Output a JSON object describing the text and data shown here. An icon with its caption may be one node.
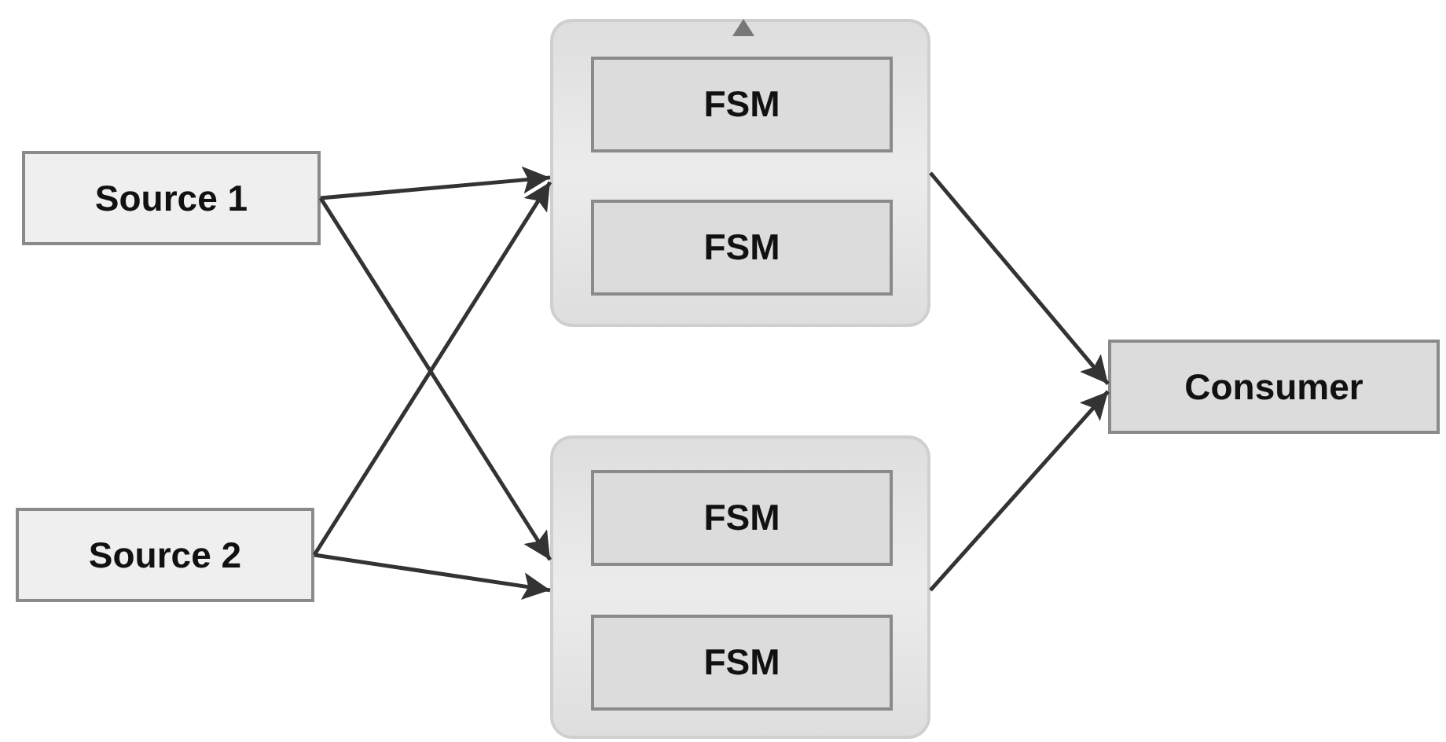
{
  "diagram": {
    "nodes": [
      {
        "text": [
          "Source 1"
        ]
      },
      {
        "text": [
          "Source 2"
        ]
      },
      {
        "text": [],
        "shape": "box"
      },
      {
        "text": [
          "FSM"
        ],
        "in": 2
      },
      {
        "text": [
          "FSM"
        ],
        "in": 2
      },
      {
        "text": [],
        "shape": "box"
      },
      {
        "text": [
          "FSM"
        ],
        "in": 5
      },
      {
        "text": [
          "FSM"
        ],
        "in": 5
      },
      {
        "text": [
          "Consumer"
        ]
      }
    ],
    "edges": [
      {
        "from": 0,
        "to": 2,
        "arrow": "to"
      },
      {
        "from": 0,
        "to": 5,
        "arrow": "to"
      },
      {
        "from": 1,
        "to": 2,
        "arrow": "to"
      },
      {
        "from": 1,
        "to": 5,
        "arrow": "to"
      },
      {
        "from": 2,
        "to": 8,
        "arrow": "to"
      },
      {
        "from": 5,
        "to": 8,
        "arrow": "to"
      }
    ]
  }
}
